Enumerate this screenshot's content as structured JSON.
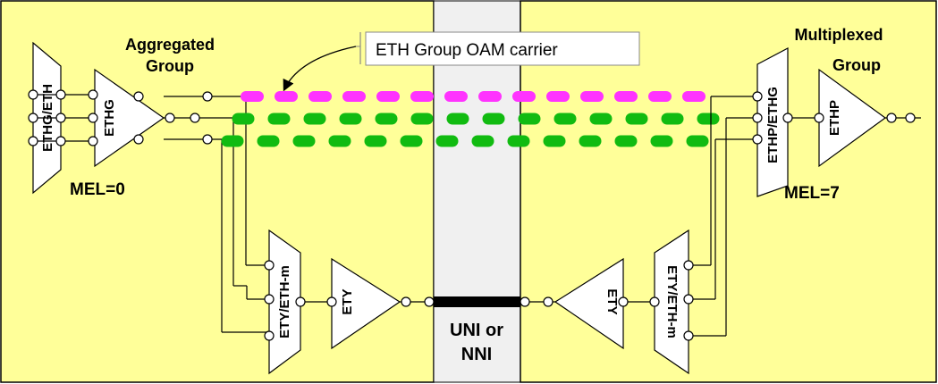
{
  "colors": {
    "domain_fill": "#ffff99",
    "center_fill": "#f0f0f0",
    "magenta": "#ff33ff",
    "green": "#11bb11",
    "callout_line": "#888888"
  },
  "labels": {
    "left_title_line1": "Aggregated",
    "left_title_line2": "Group",
    "right_title_line1": "Multiplexed",
    "right_title_line2": "Group",
    "callout": "ETH Group OAM carrier",
    "mel_left": "MEL=0",
    "mel_right": "MEL=7",
    "uni_line1": "UNI or",
    "uni_line2": "NNI"
  },
  "blocks": {
    "ethg_eth": "ETHG/ETH",
    "ethg": "ETHG",
    "ethp_ethg": "ETHP/ETHG",
    "ethp": "ETHP",
    "left_ety_ethm": "ETY/ETH-m",
    "left_ety": "ETY",
    "right_ety": "ETY",
    "right_ety_ethm": "ETY/ETH-m"
  }
}
